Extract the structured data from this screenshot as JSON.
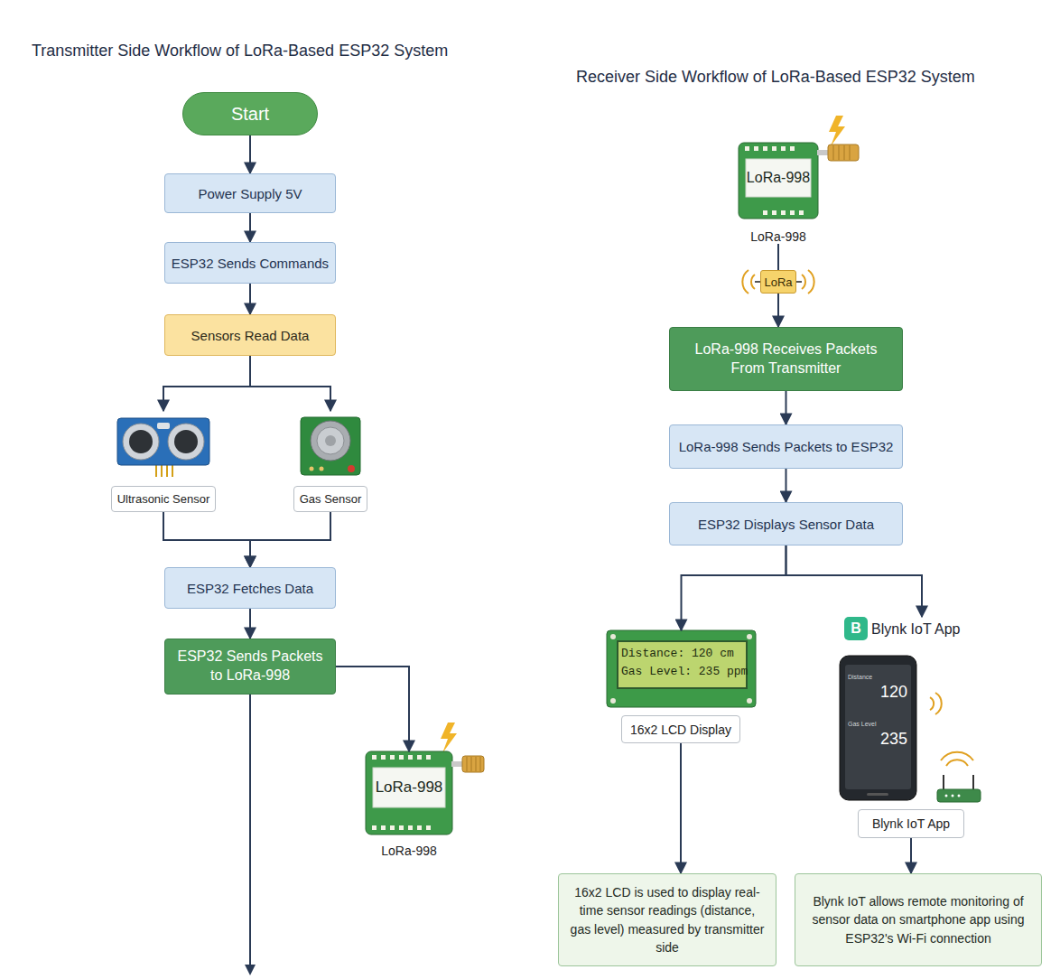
{
  "diagram": {
    "title": "Transmitter Side Workflow of LoRa-Based ESP32 System",
    "nodes": [
      {
        "text": [
          "Start"
        ]
      },
      {
        "text": [
          "Power Supply 5V"
        ]
      },
      {
        "text": [
          "ESP32 Sends Commands"
        ]
      },
      {
        "text": [
          "Sensors Read Data"
        ]
      },
      {
        "text": [
          "Ultrasonic Sensor"
        ]
      },
      {
        "text": [
          "Gas Sensor"
        ]
      },
      {
        "text": [
          "ESP32 Fetches Data"
        ]
      },
      {
        "text": [
          "ESP32 Sends Packets to LoRa-998"
        ]
      },
      {
        "text": [
          "LoRa-998",
          "LoRa-998"
        ]
      },
      {
        "text": [
          "LoRa-998",
          "LoRa-998"
        ]
      },
      {
        "text": [
          "LoRa"
        ]
      },
      {
        "text": [
          "LoRa-998 Receives Packets From Transmitter"
        ]
      },
      {
        "text": [
          "LoRa-998 Sends Packets to ESP32"
        ]
      },
      {
        "text": [
          "ESP32 Displays Sensor Data"
        ]
      },
      {
        "text": [
          "Distance: 120 cm",
          "Gas Level: 235 ppm"
        ]
      },
      {
        "text": [
          "16x2 LCD Display"
        ]
      },
      {
        "text": [
          "Blynk IoT App"
        ]
      },
      {
        "text": [
          "Distance",
          "120",
          "Gas Level",
          "235"
        ]
      },
      {
        "text": [
          "Blynk IoT App"
        ]
      },
      {
        "text": [
          "16x2 LCD is used to display real-time sensor readings (distance, gas level) measured by transmitter side"
        ]
      },
      {
        "text": [
          "Blynk IoT allows remote monitoring of sensor data on smartphone app using ESP32's Wi-Fi connection"
        ]
      }
    ],
    "edges": [
      {
        "from": 0,
        "to": 1,
        "arrow": "to"
      },
      {
        "from": 1,
        "to": 2,
        "arrow": "to"
      },
      {
        "from": 2,
        "to": 3,
        "arrow": "to"
      },
      {
        "from": 3,
        "to": 4,
        "arrow": "to"
      },
      {
        "from": 3,
        "to": 5,
        "arrow": "to"
      },
      {
        "from": 4,
        "to": 6,
        "arrow": "to"
      },
      {
        "from": 5,
        "to": 6,
        "arrow": "to"
      },
      {
        "from": 6,
        "to": 7,
        "arrow": "to"
      },
      {
        "from": 7,
        "to": 8,
        "arrow": "to"
      },
      {
        "from": 9,
        "to": 10,
        "arrow": "none"
      },
      {
        "from": 10,
        "to": 11,
        "arrow": "to"
      },
      {
        "from": 11,
        "to": 12,
        "arrow": "to"
      },
      {
        "from": 12,
        "to": 13,
        "arrow": "to"
      },
      {
        "from": 13,
        "to": 14,
        "arrow": "to"
      },
      {
        "from": 13,
        "to": 16,
        "arrow": "to"
      },
      {
        "from": 15,
        "to": 19,
        "arrow": "to"
      },
      {
        "from": 18,
        "to": 20,
        "arrow": "to"
      }
    ],
    "labels": [
      "Receiver Side Workflow of LoRa-Based ESP32 System",
      "B"
    ]
  }
}
